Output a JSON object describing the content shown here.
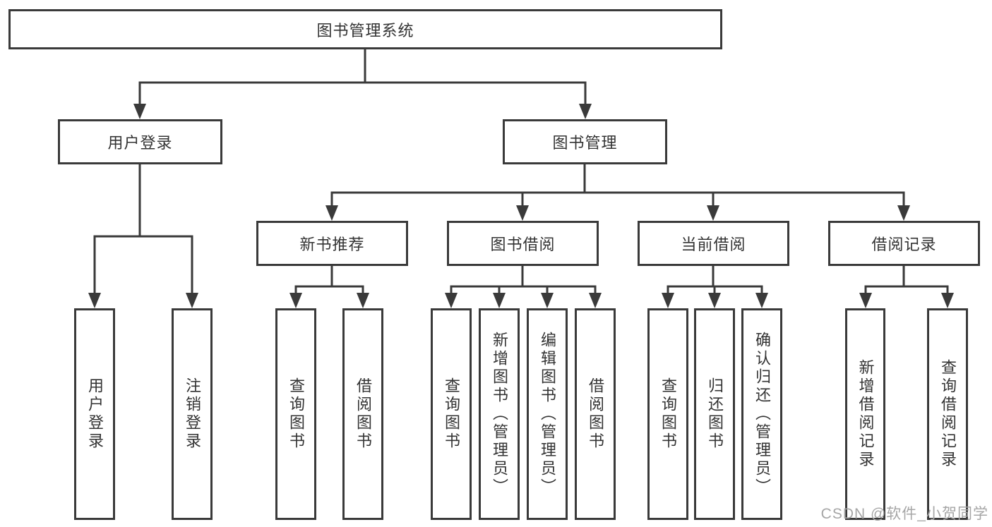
{
  "colors": {
    "line": "#3a3a3a",
    "text": "#333333",
    "watermark": "#a6a6a6",
    "background": "#ffffff"
  },
  "diagram": {
    "root": {
      "label": "图书管理系统"
    },
    "level2": [
      {
        "label": "用户登录"
      },
      {
        "label": "图书管理"
      }
    ],
    "level3": [
      {
        "label": "新书推荐"
      },
      {
        "label": "图书借阅"
      },
      {
        "label": "当前借阅"
      },
      {
        "label": "借阅记录"
      }
    ],
    "leaves": [
      {
        "label": "用户登录"
      },
      {
        "label": "注销登录"
      },
      {
        "label": "查询图书"
      },
      {
        "label": "借阅图书"
      },
      {
        "label": "查询图书"
      },
      {
        "label": "新增图书（管理员）"
      },
      {
        "label": "编辑图书（管理员）"
      },
      {
        "label": "借阅图书"
      },
      {
        "label": "查询图书"
      },
      {
        "label": "归还图书"
      },
      {
        "label": "确认归还（管理员）"
      },
      {
        "label": "新增借阅记录"
      },
      {
        "label": "查询借阅记录"
      }
    ]
  },
  "watermark": "CSDN @软件_小贺同学"
}
